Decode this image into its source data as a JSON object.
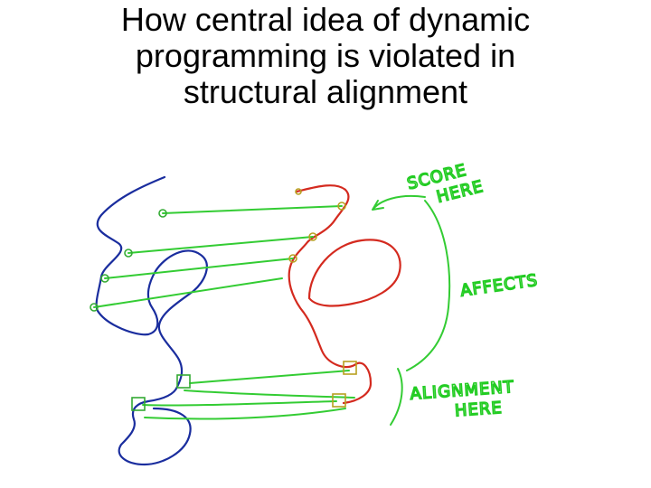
{
  "title": {
    "line1": "How central idea of dynamic",
    "line2": "programming is violated in",
    "line3": "structural alignment"
  },
  "annotations": {
    "score_line1": "SCORE",
    "score_line2": "HERE",
    "affects": "AFFECTS",
    "alignment_line1": "ALIGNMENT",
    "alignment_line2": "HERE"
  },
  "colors": {
    "structure_1": "#1a2d9e",
    "structure_2": "#d42a1f",
    "alignment_links": "#33cc33",
    "background": "#ffffff",
    "text": "#000000"
  }
}
